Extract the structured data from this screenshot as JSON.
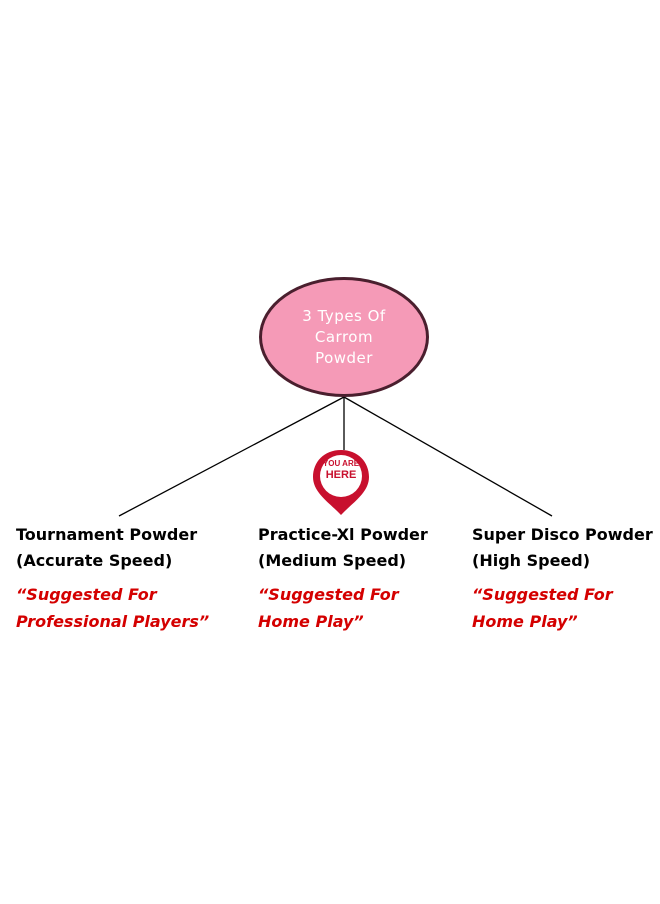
{
  "diagram": {
    "root": {
      "label_line1": "3 Types Of",
      "label_line2": "Carrom Powder",
      "fill_color": "#f59ab7",
      "border_color": "#4a1f2e"
    },
    "marker": {
      "icon": "location-pin-icon",
      "text_line1": "YOU ARE",
      "text_line2": "HERE",
      "color": "#c8102e"
    },
    "branches": [
      {
        "title": "Tournament Powder",
        "subtitle": "(Accurate Speed)",
        "note_line1": "“Suggested For",
        "note_line2": "Professional Players”"
      },
      {
        "title": "Practice-Xl Powder",
        "subtitle": "(Medium Speed)",
        "note_line1": "“Suggested For",
        "note_line2": "Home Play”"
      },
      {
        "title": "Super Disco Powder",
        "subtitle": "(High Speed)",
        "note_line1": "“Suggested For",
        "note_line2": "Home Play”"
      }
    ],
    "colors": {
      "note_text": "#d40000",
      "title_text": "#000000"
    }
  }
}
